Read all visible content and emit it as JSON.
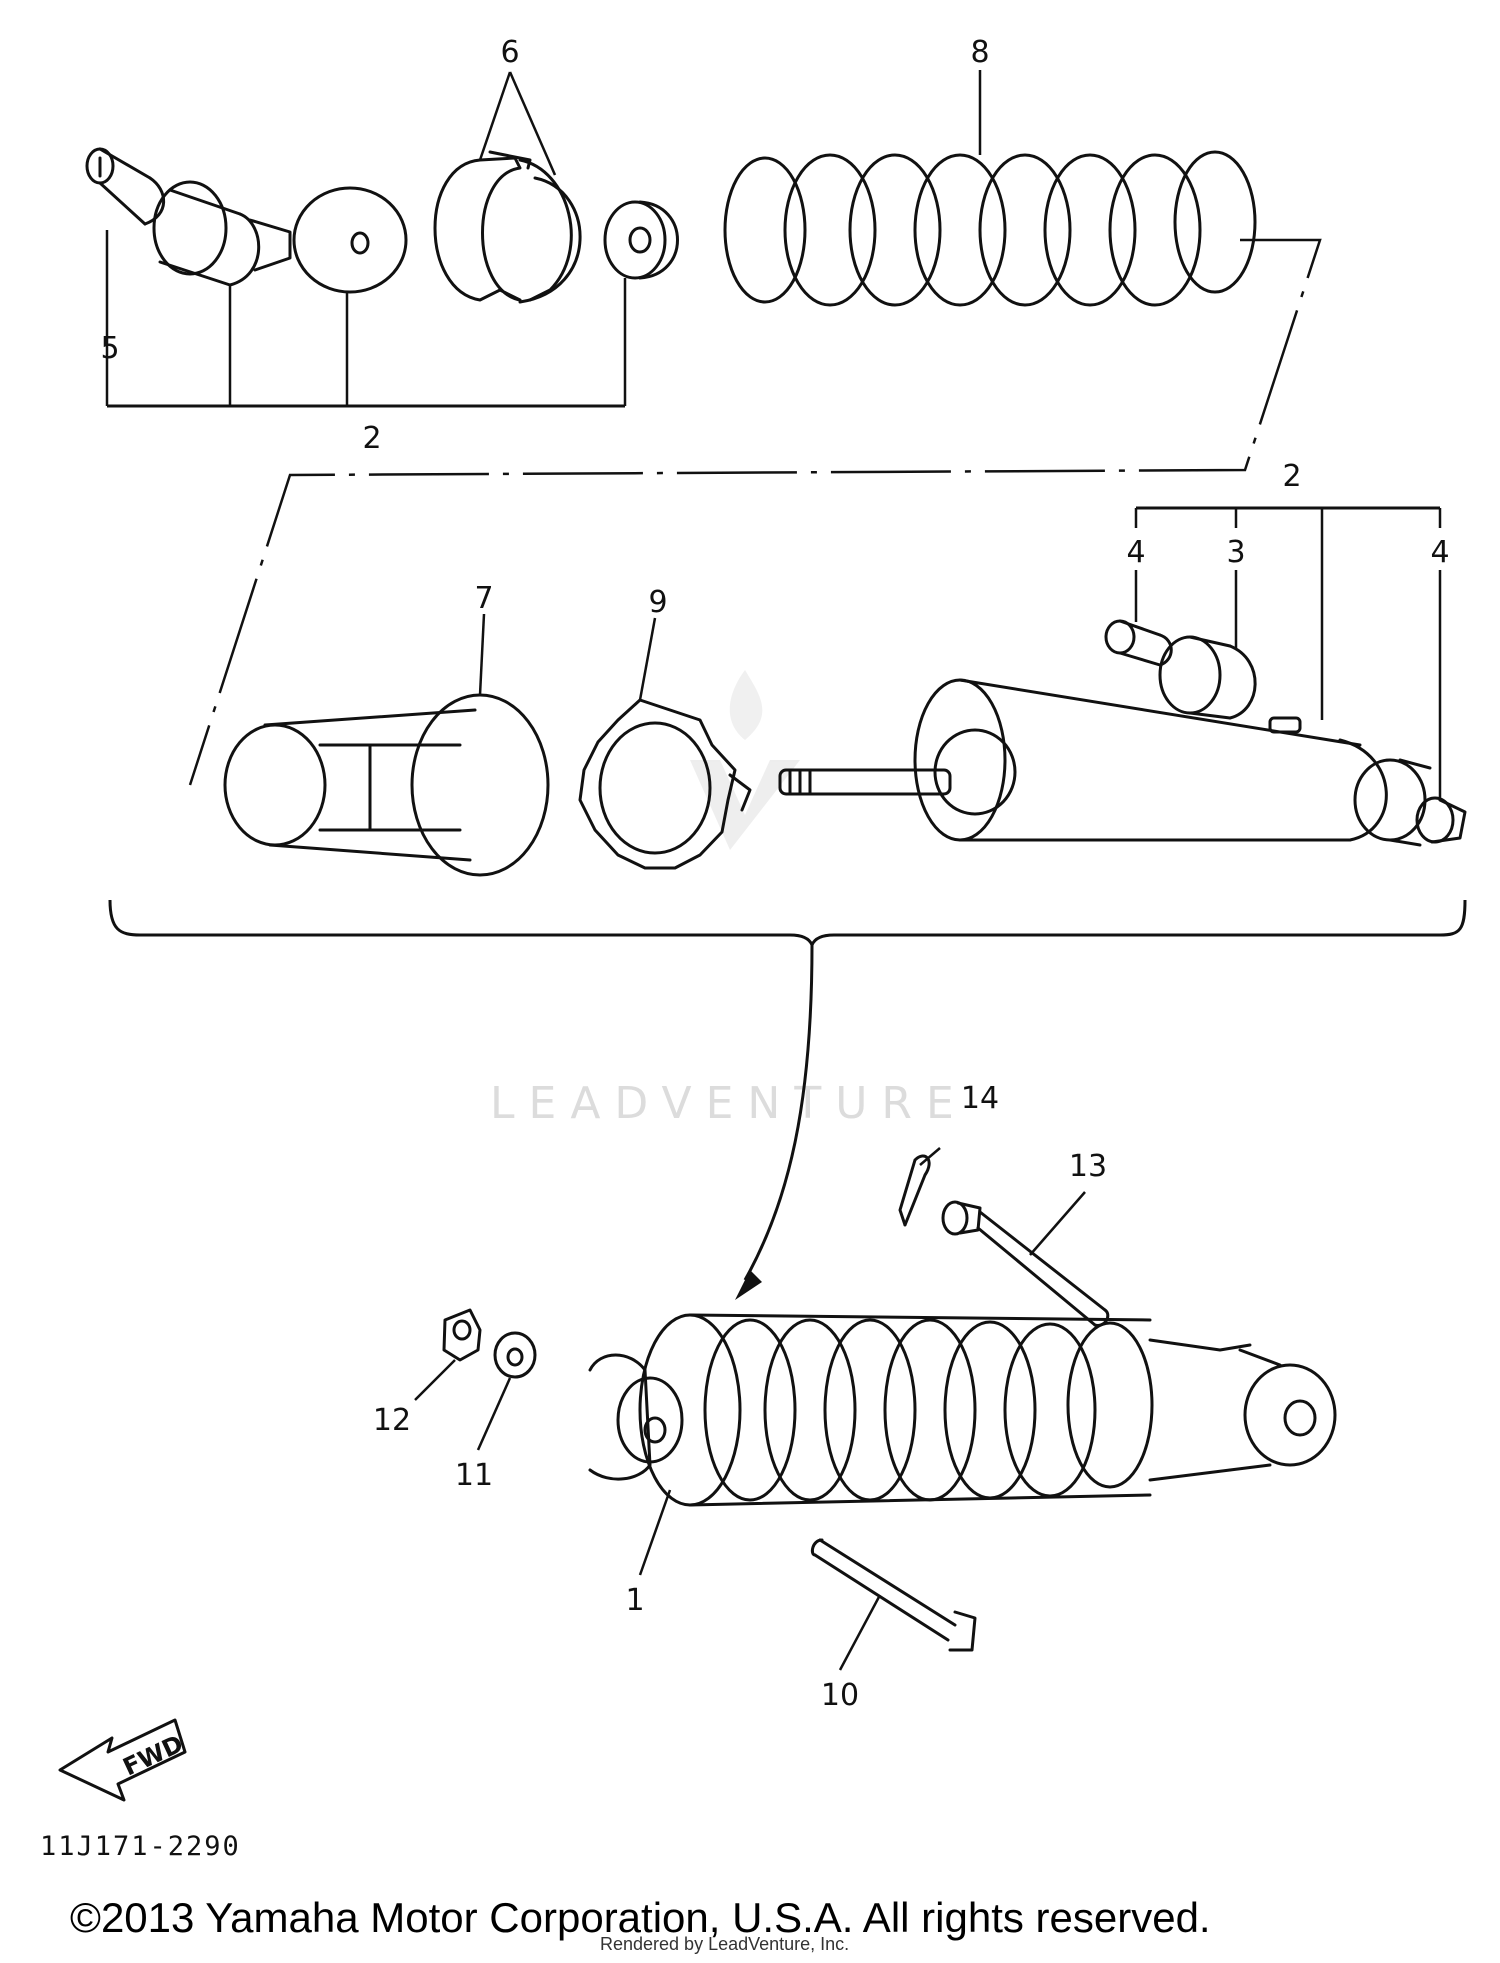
{
  "diagram": {
    "callouts": {
      "c1": "1",
      "c2a": "2",
      "c2b": "2",
      "c3": "3",
      "c4a": "4",
      "c4b": "4",
      "c5": "5",
      "c6": "6",
      "c7": "7",
      "c8": "8",
      "c9": "9",
      "c10": "10",
      "c11": "11",
      "c12": "12",
      "c13": "13",
      "c14": "14"
    },
    "fwd_label": "FWD",
    "diagram_code": "11J171-2290",
    "watermark": "LEADVENTURE",
    "copyright": "©2013 Yamaha Motor Corporation, U.S.A. All rights reserved.",
    "rendered_by": "Rendered by LeadVenture, Inc."
  }
}
